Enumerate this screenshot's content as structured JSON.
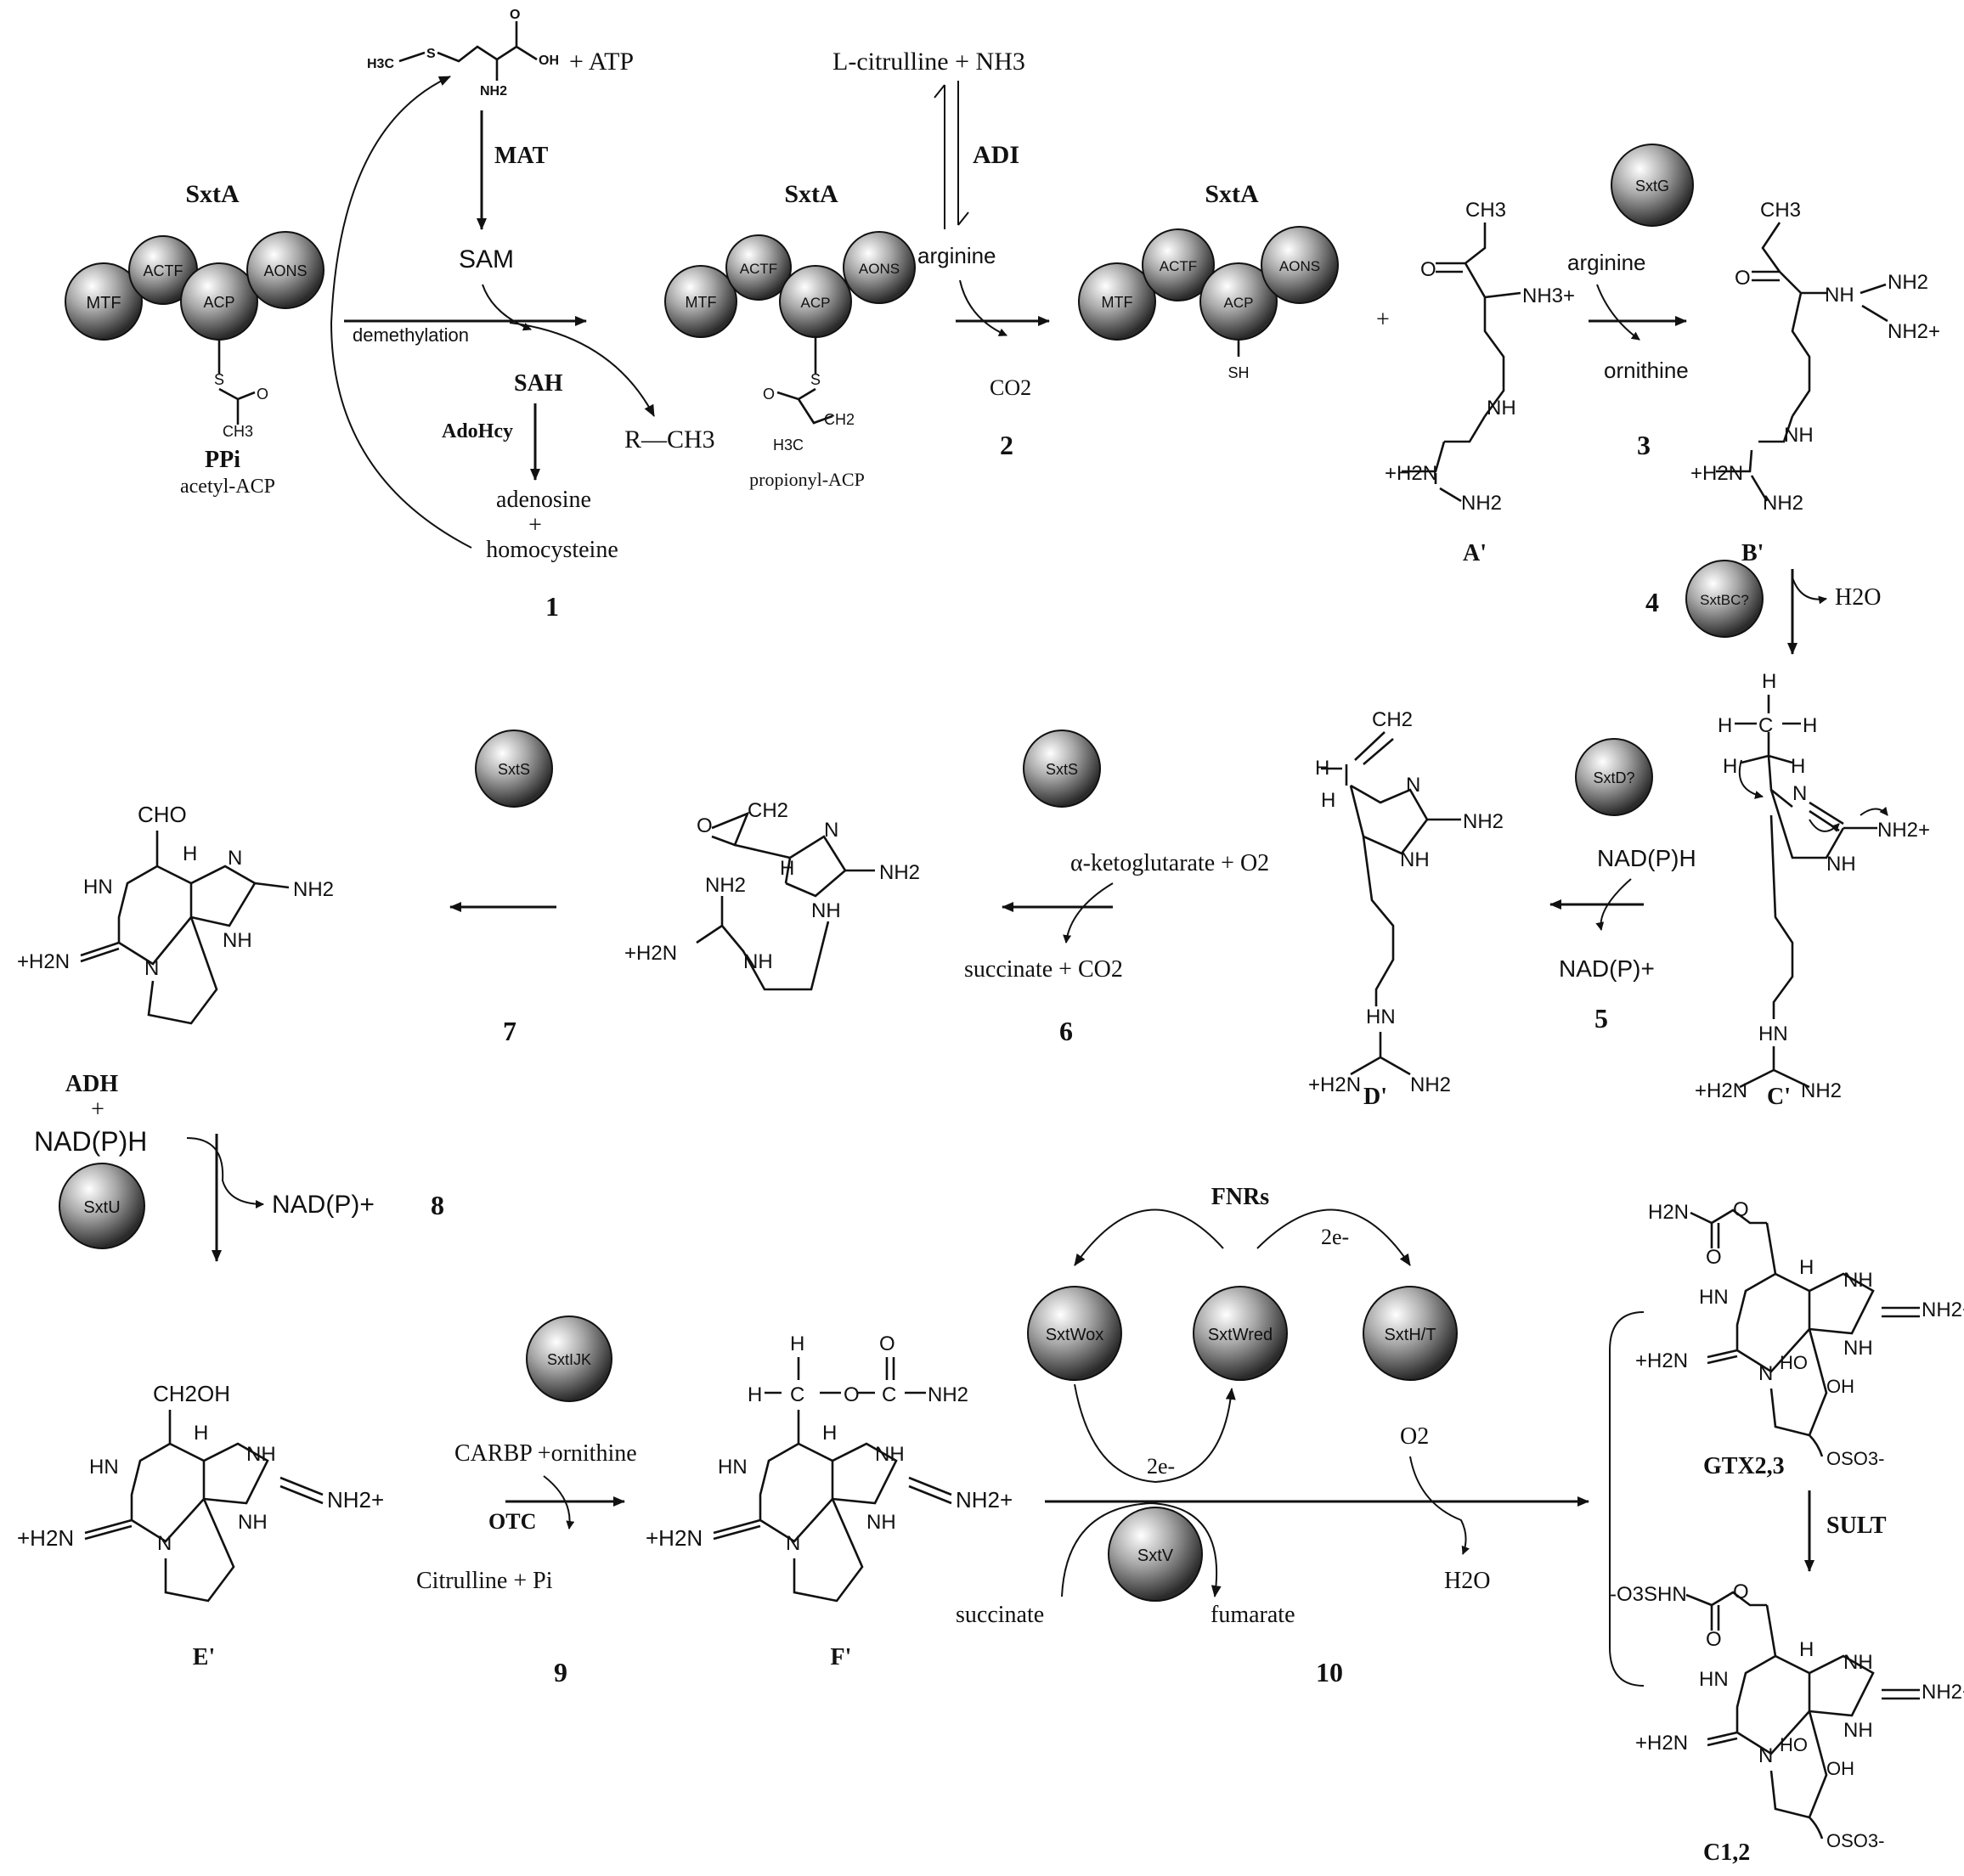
{
  "enzymes": {
    "mtf": "MTF",
    "actf": "ACTF",
    "acp": "ACP",
    "aons": "AONS",
    "sxtg": "SxtG",
    "sxtbc": "SxtBC?",
    "sxtd": "SxtD?",
    "sxts": "SxtS",
    "sxtu": "SxtU",
    "sxtijk": "SxtIJK",
    "sxtwox": "SxtWox",
    "sxtwred": "SxtWred",
    "sxtht": "SxtH/T",
    "sxtv": "SxtV"
  },
  "labels": {
    "sxta": "SxtA",
    "atp": "+ ATP",
    "mat": "MAT",
    "sam": "SAM",
    "demethylation": "demethylation",
    "sah": "SAH",
    "adohcy": "AdoHcy",
    "adenosine": "adenosine",
    "plus": "+",
    "homocysteine": "homocysteine",
    "rch3": "R—CH3",
    "ppi": "PPi",
    "acetyl_acp": "acetyl-ACP",
    "propionyl_acp": "propionyl-ACP",
    "lcit": "L-citrulline + NH3",
    "adi": "ADI",
    "arginine": "arginine",
    "co2": "CO2",
    "ornithine": "ornithine",
    "h2o": "H2O",
    "nadph": "NAD(P)H",
    "nadp": "NAD(P)+",
    "akg": "α-ketoglutarate + O2",
    "succ_co2": "succinate + CO2",
    "adh": "ADH",
    "carbp": "CARBP +ornithine",
    "otc": "OTC",
    "cit_pi": "Citrulline + Pi",
    "fnrs": "FNRs",
    "two_e": "2e-",
    "o2": "O2",
    "succinate": "succinate",
    "fumarate": "fumarate",
    "sult": "SULT",
    "cho": "CHO",
    "ch2oh": "CH2OH",
    "ch3": "CH3",
    "ch2": "CH2"
  },
  "compounds": {
    "a": "A'",
    "b": "B'",
    "c": "C'",
    "d": "D'",
    "e": "E'",
    "f": "F'",
    "gtx": "GTX2,3",
    "c12": "C1,2"
  },
  "steps": [
    "1",
    "2",
    "3",
    "4",
    "5",
    "6",
    "7",
    "8",
    "9",
    "10"
  ]
}
